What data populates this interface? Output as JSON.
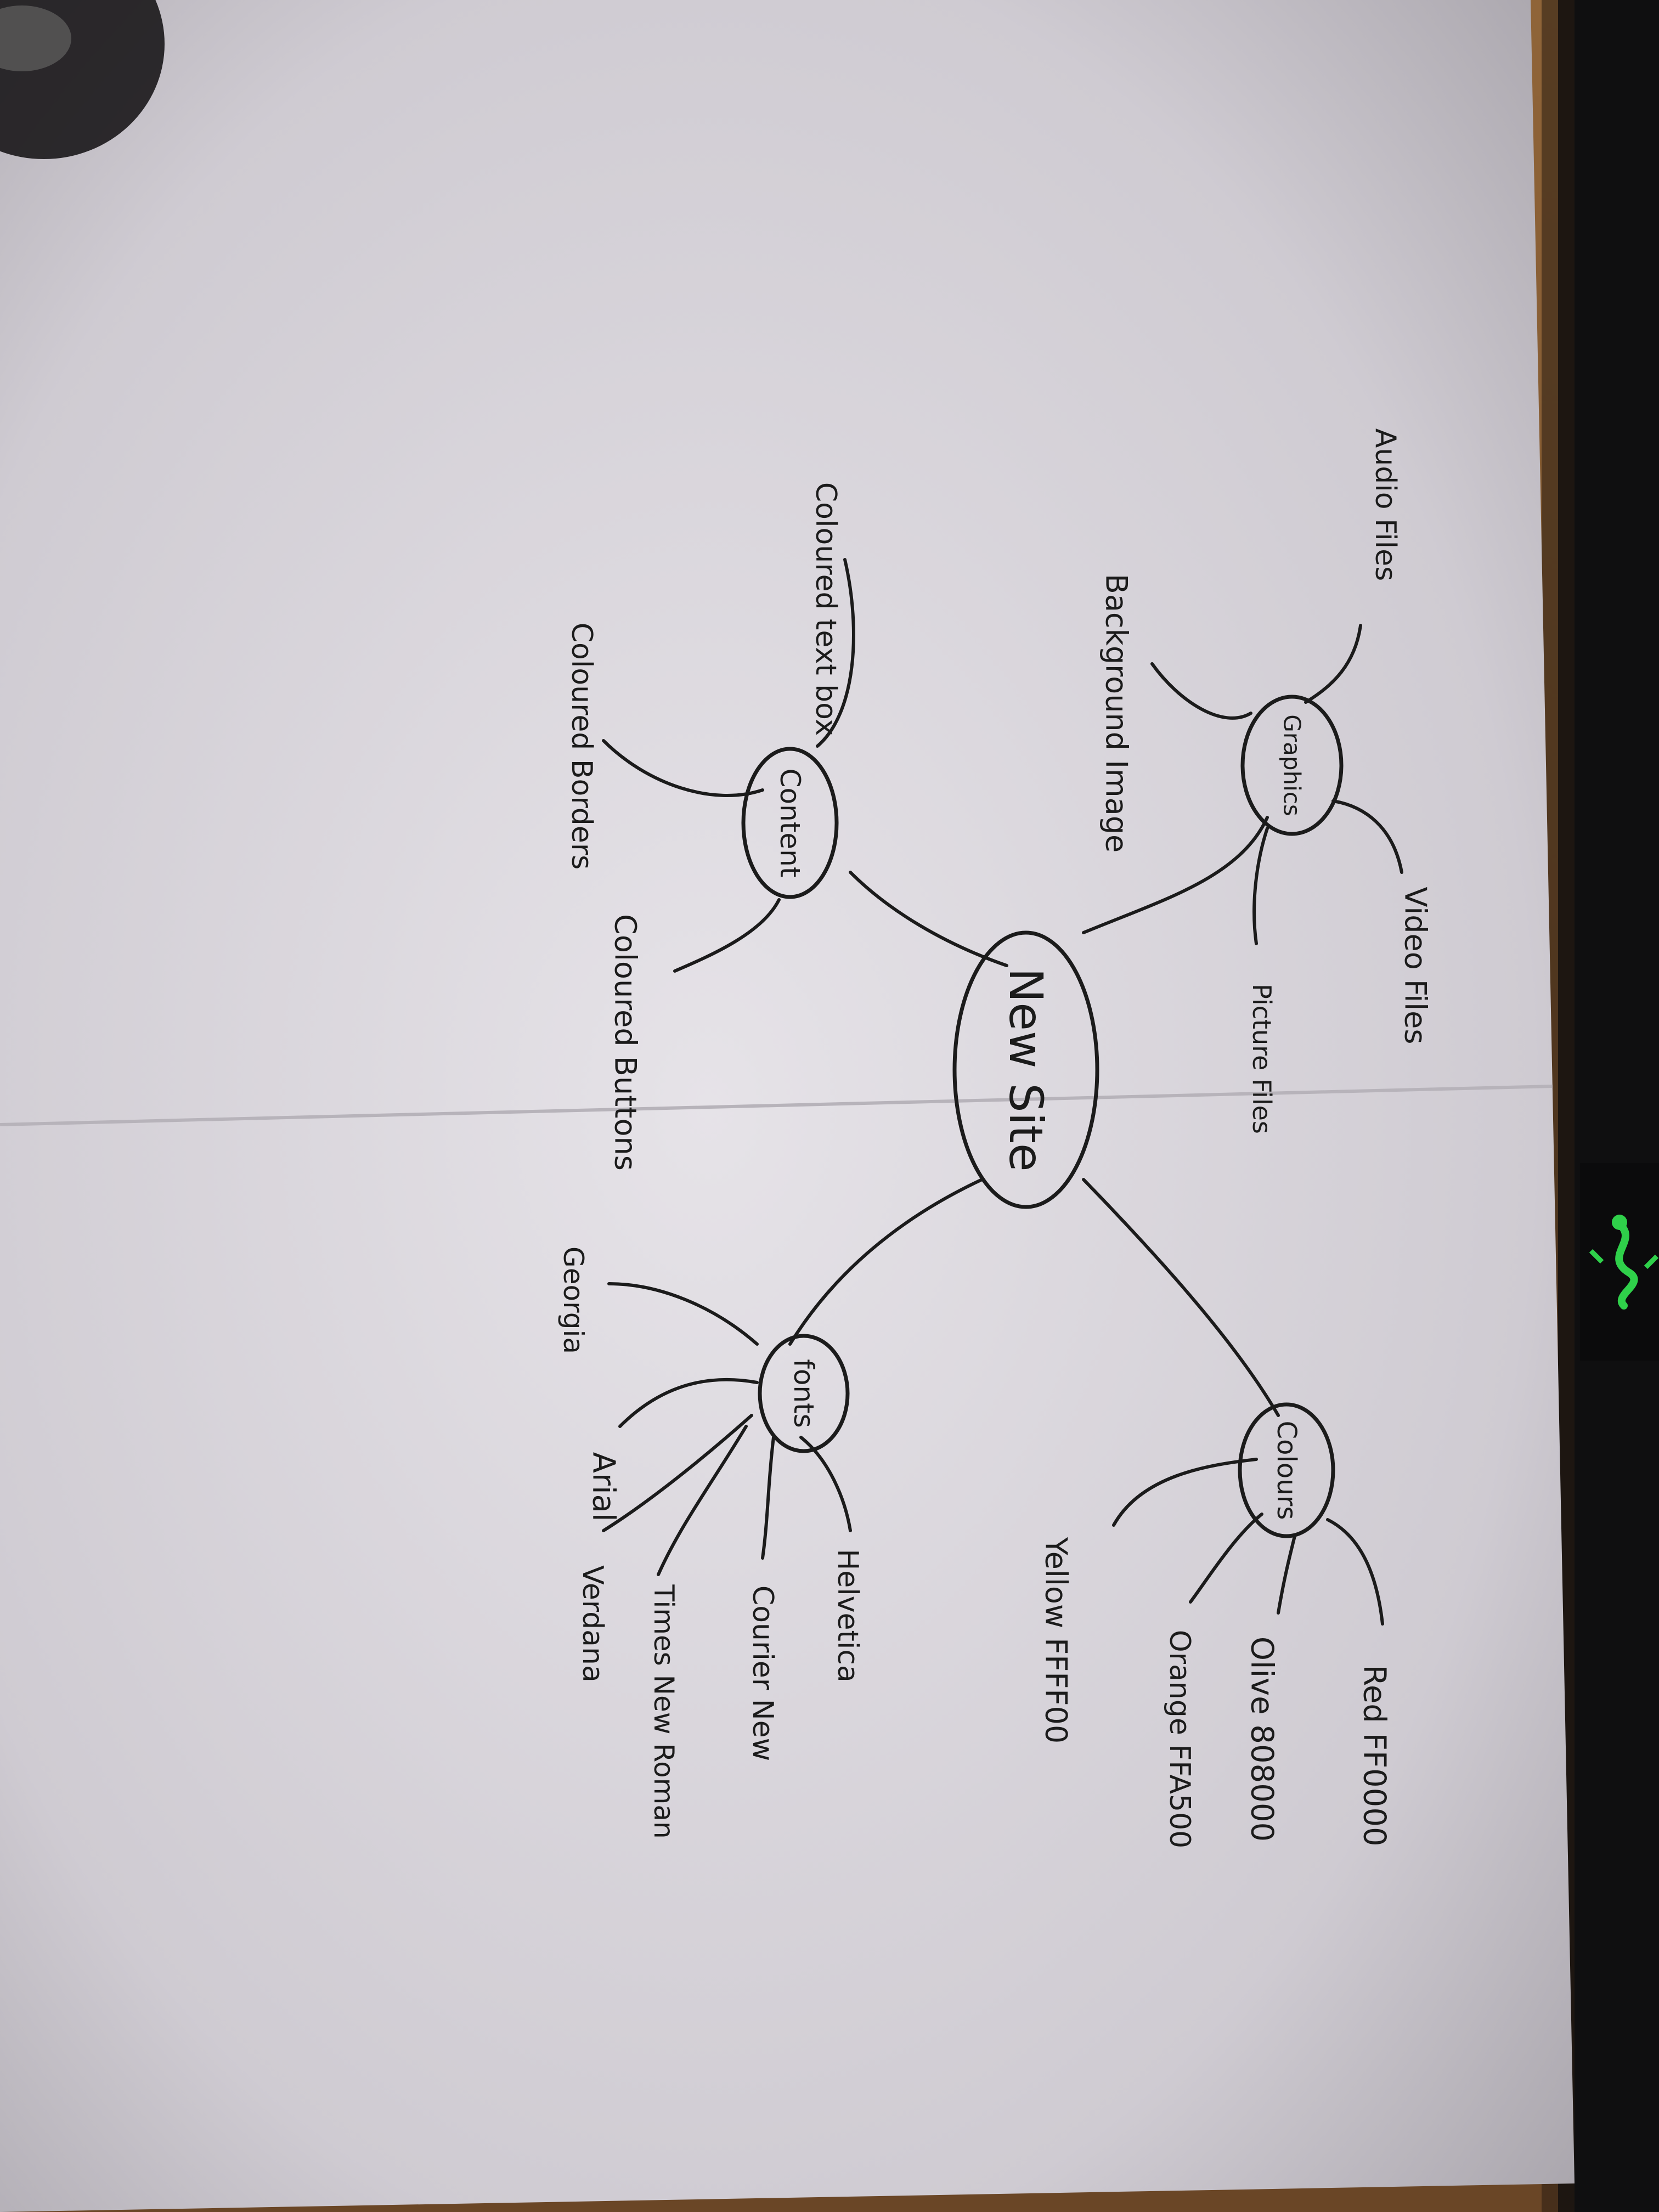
{
  "diagram": {
    "type": "mind-map",
    "central": "New Site",
    "branches": [
      {
        "topic": "Graphics",
        "leaves": [
          "Audio Files",
          "Background Image",
          "Video Files",
          "Picture Files"
        ]
      },
      {
        "topic": "Content",
        "leaves": [
          "Coloured text box",
          "Coloured Borders",
          "Coloured Buttons"
        ]
      },
      {
        "topic": "fonts",
        "leaves": [
          "Georgia",
          "Arial",
          "Verdana",
          "Times New Roman",
          "Courier New",
          "Helvetica"
        ]
      },
      {
        "topic": "Colours",
        "leaves": [
          "Yellow FFFF00",
          "Orange FFA500",
          "Olive 808000",
          "Red FF0000"
        ]
      }
    ]
  },
  "colors": {
    "background_table": "#8a6038",
    "paper": "#ddd9df",
    "ink": "#1b1b1b",
    "dark_object": "#0f0f10",
    "logo_green": "#2fd04a"
  }
}
